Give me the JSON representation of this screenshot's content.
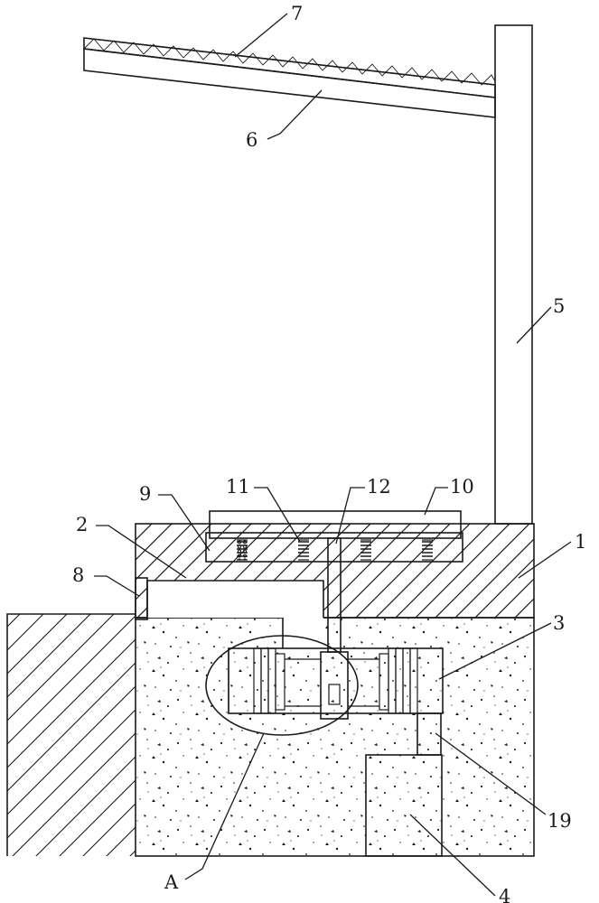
{
  "labels": {
    "l1": "1",
    "l2": "2",
    "l3": "3",
    "l4": "4",
    "l5": "5",
    "l6": "6",
    "l7": "7",
    "l8": "8",
    "l9": "9",
    "l10": "10",
    "l11": "11",
    "l12": "12",
    "l19": "19",
    "lA": "A"
  },
  "colors": {
    "stroke": "#1a1a1a",
    "background": "#ffffff"
  }
}
